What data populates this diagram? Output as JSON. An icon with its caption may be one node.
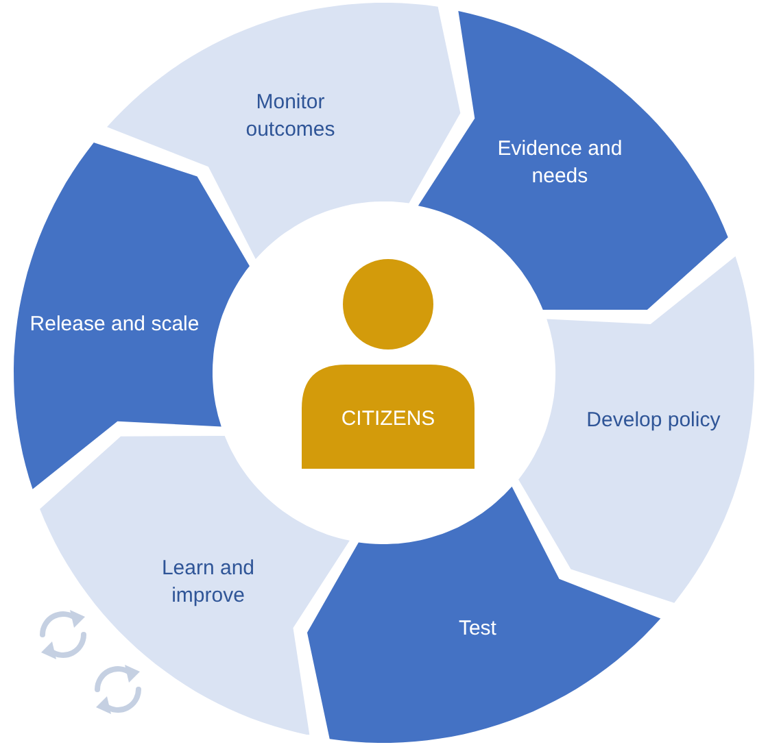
{
  "diagram": {
    "nodes": [
      {
        "text": [
          "Monitor outcomes"
        ]
      },
      {
        "text": [
          "Evidence and needs"
        ]
      },
      {
        "text": [
          "Develop policy"
        ]
      },
      {
        "text": [
          "Test"
        ]
      },
      {
        "text": [
          "Learn and improve"
        ]
      },
      {
        "text": [
          "Release and scale"
        ]
      },
      {
        "text": [
          "CITIZENS"
        ]
      }
    ]
  }
}
